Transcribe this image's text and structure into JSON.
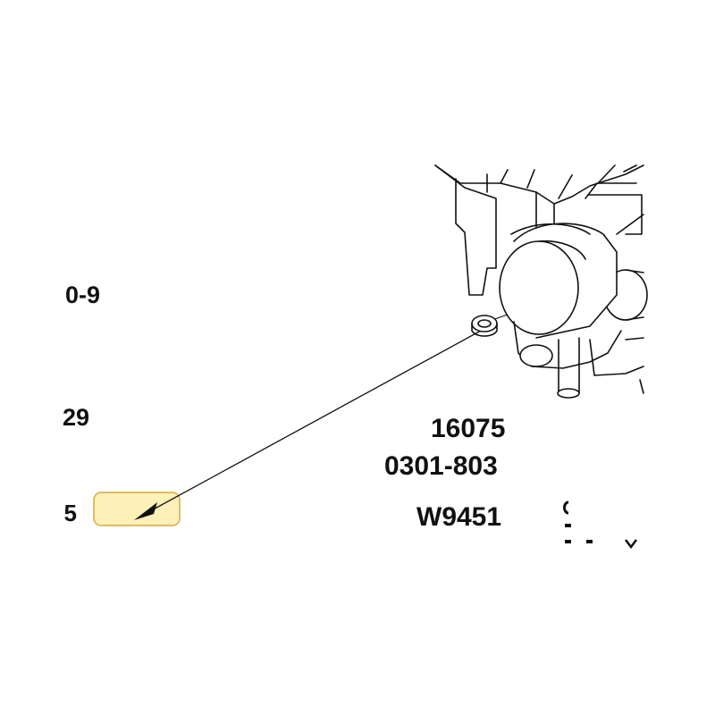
{
  "labels": {
    "left": [
      "0-9",
      "29",
      "5"
    ],
    "center": [
      "16075",
      "0301-803",
      "W9451"
    ]
  },
  "colors": {
    "ink": "#111111",
    "highlight_fill": "#fdf0b8",
    "highlight_border": "#d8a838"
  },
  "icons": {
    "part": "carburetor-drawing",
    "pointer": "arrow-icon"
  }
}
